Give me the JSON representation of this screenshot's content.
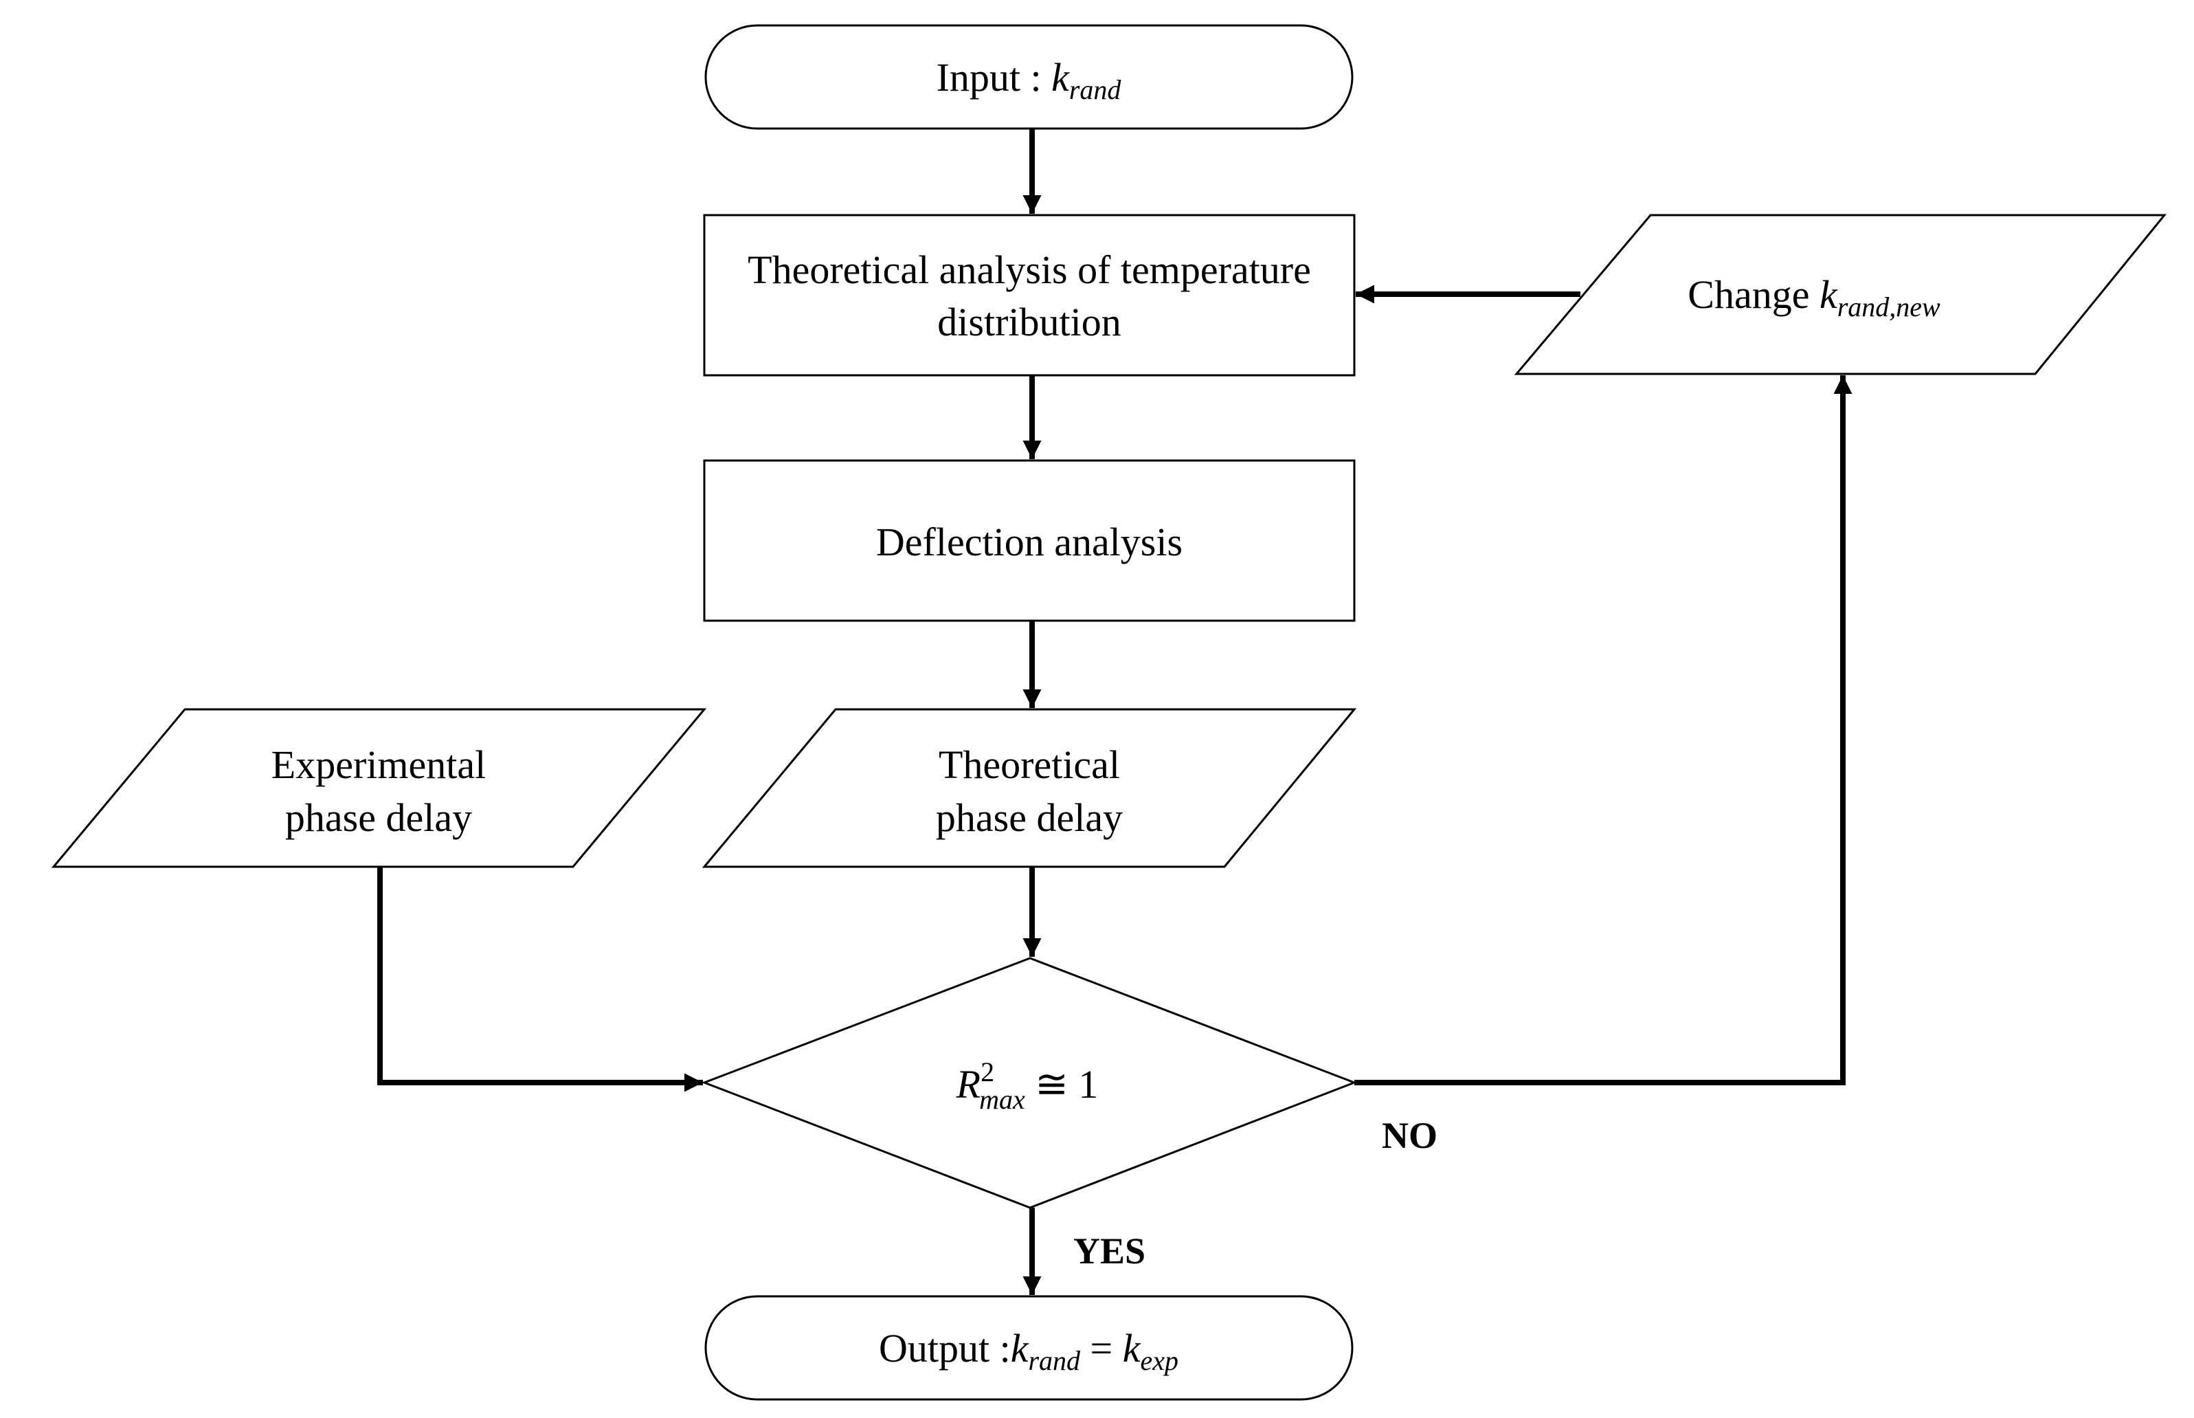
{
  "nodes": {
    "input": {
      "prefix": "Input : ",
      "var": "k",
      "sub": "rand"
    },
    "theoretical_analysis": {
      "line1": "Theoretical analysis of temperature",
      "line2": "distribution"
    },
    "deflection": {
      "label": "Deflection analysis"
    },
    "experimental": {
      "line1": "Experimental",
      "line2": "phase delay"
    },
    "theoretical_delay": {
      "line1": "Theoretical",
      "line2": "phase delay"
    },
    "decision": {
      "var": "R",
      "sup": "2",
      "sub": "max",
      "rel": " ≅ 1"
    },
    "change": {
      "prefix": "Change ",
      "var": "k",
      "sub": "rand,new"
    },
    "output": {
      "prefix": "Output :",
      "var1": "k",
      "sub1": "rand",
      "eq": " = ",
      "var2": "k",
      "sub2": "exp"
    }
  },
  "edges": {
    "yes_label": "YES",
    "no_label": "NO"
  }
}
